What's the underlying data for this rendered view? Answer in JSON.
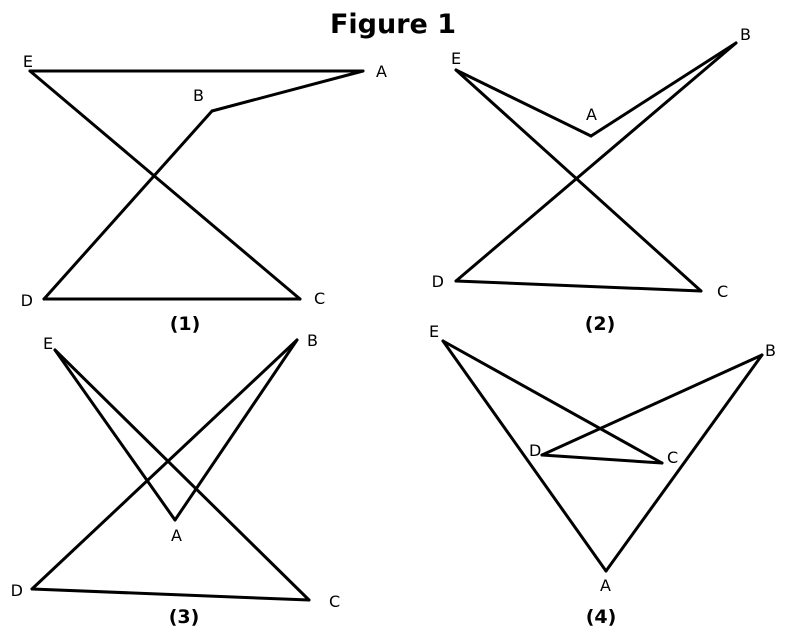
{
  "figure": {
    "title": "Figure 1",
    "panels": [
      {
        "caption": "(1)",
        "labels": {
          "A": "A",
          "B": "B",
          "C": "C",
          "D": "D",
          "E": "E"
        },
        "edges": [
          [
            "E",
            "A"
          ],
          [
            "A",
            "B"
          ],
          [
            "B",
            "D"
          ],
          [
            "D",
            "C"
          ],
          [
            "C",
            "E"
          ]
        ]
      },
      {
        "caption": "(2)",
        "labels": {
          "A": "A",
          "B": "B",
          "C": "C",
          "D": "D",
          "E": "E"
        },
        "edges": [
          [
            "E",
            "A"
          ],
          [
            "A",
            "B"
          ],
          [
            "B",
            "D"
          ],
          [
            "D",
            "C"
          ],
          [
            "C",
            "E"
          ]
        ]
      },
      {
        "caption": "(3)",
        "labels": {
          "A": "A",
          "B": "B",
          "C": "C",
          "D": "D",
          "E": "E"
        },
        "edges": [
          [
            "E",
            "A"
          ],
          [
            "A",
            "B"
          ],
          [
            "B",
            "D"
          ],
          [
            "D",
            "C"
          ],
          [
            "C",
            "E"
          ]
        ]
      },
      {
        "caption": "(4)",
        "labels": {
          "A": "A",
          "B": "B",
          "C": "C",
          "D": "D",
          "E": "E"
        },
        "edges": [
          [
            "E",
            "A"
          ],
          [
            "A",
            "B"
          ],
          [
            "B",
            "D"
          ],
          [
            "D",
            "C"
          ],
          [
            "C",
            "E"
          ]
        ]
      }
    ]
  }
}
